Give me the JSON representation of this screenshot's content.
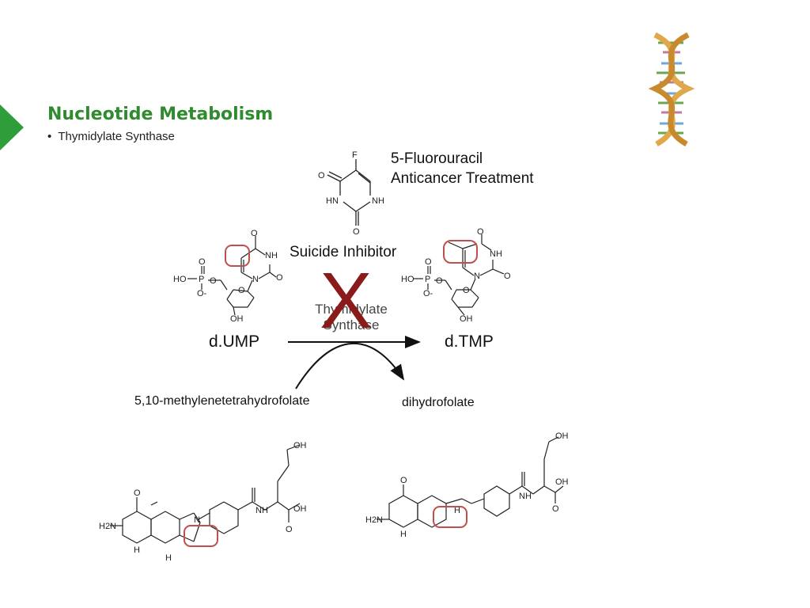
{
  "header": {
    "title": "Nucleotide Metabolism",
    "bullet": "Thymidylate Synthase"
  },
  "diagram": {
    "fu_label_line1": "5-Fluorouracil",
    "fu_label_line2": "Anticancer Treatment",
    "suicide_inhibitor": "Suicide Inhibitor",
    "enzyme_line1": "Thymidylate",
    "enzyme_line2": "Synthase",
    "x_mark": "X",
    "substrate": "d.UMP",
    "product": "d.TMP",
    "cofactor_in": "5,10-methylenetetrahydrofolate",
    "cofactor_out": "dihydrofolate"
  },
  "atoms": {
    "F": "F",
    "O": "O",
    "HN": "HN",
    "NH": "NH",
    "N": "N",
    "H": "H",
    "HO": "HO",
    "P": "P",
    "Ominus": "O-",
    "OH": "OH",
    "H2N": "H2N"
  },
  "colors": {
    "title_green": "#2e8b2e",
    "accent_arrow": "#2e9e3a",
    "x_mark": "#8b1a1a",
    "highlight_box": "#c0504d",
    "dna_gold": "#e0a84a"
  }
}
